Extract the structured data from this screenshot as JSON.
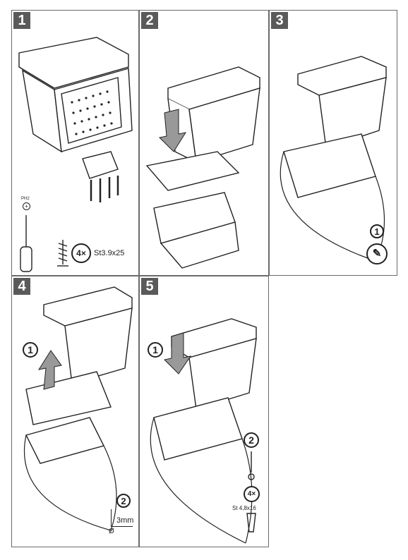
{
  "steps": [
    {
      "number": "1",
      "tool_label": "PH2",
      "qty": "4×",
      "screw_spec": "St3.9x25"
    },
    {
      "number": "2"
    },
    {
      "number": "3",
      "callout": "1"
    },
    {
      "number": "4",
      "callout_a": "1",
      "callout_b": "2",
      "drill_size": "3mm",
      "drill_symbol": "Ø"
    },
    {
      "number": "5",
      "callout_a": "1",
      "callout_b": "2",
      "qty": "4×",
      "screw_spec": "St 4,8x16"
    }
  ],
  "colors": {
    "badge": "#5a5a5a",
    "border": "#6a6a6a",
    "line": "#222222"
  }
}
